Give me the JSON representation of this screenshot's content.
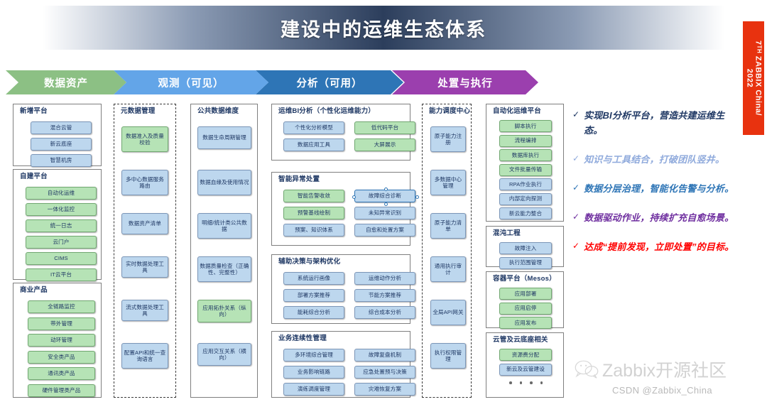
{
  "title": "建设中的运维生态体系",
  "ribbon": {
    "line1": "7",
    "sup": "TH",
    "line1b": " ZABBIX China/",
    "line2": "2022"
  },
  "stages": [
    {
      "label": "数据资产",
      "color": "#8cc084"
    },
    {
      "label": "观测（可见）",
      "color": "#63a5e8"
    },
    {
      "label": "分析（可用）",
      "color": "#2e75b6"
    },
    {
      "label": "处置与执行",
      "color": "#9b3fae"
    }
  ],
  "columns": {
    "col1": {
      "groups": [
        {
          "title": "新增平台",
          "items": [
            {
              "label": "混合云管",
              "color": "blue"
            },
            {
              "label": "新云底座",
              "color": "blue"
            },
            {
              "label": "智慧机房",
              "color": "blue"
            }
          ]
        },
        {
          "title": "自建平台",
          "items": [
            {
              "label": "自动化运维",
              "color": "green"
            },
            {
              "label": "一体化监控",
              "color": "green"
            },
            {
              "label": "统一日志",
              "color": "green"
            },
            {
              "label": "云门户",
              "color": "green"
            },
            {
              "label": "CIMS",
              "color": "green"
            },
            {
              "label": "IT云平台",
              "color": "green"
            }
          ]
        },
        {
          "title": "商业产品",
          "items": [
            {
              "label": "全链路监控",
              "color": "green"
            },
            {
              "label": "带外管理",
              "color": "green"
            },
            {
              "label": "动环管理",
              "color": "green"
            },
            {
              "label": "安全类产品",
              "color": "green"
            },
            {
              "label": "通讯类产品",
              "color": "green"
            },
            {
              "label": "硬件管理类产品",
              "color": "green"
            }
          ]
        }
      ]
    },
    "col2": {
      "title": "元数据管理",
      "items": [
        {
          "label": "数据准入及质量校验",
          "color": "green"
        },
        {
          "label": "多中心数据服务路由",
          "color": "blue"
        },
        {
          "label": "数据资产清单",
          "color": "blue"
        },
        {
          "label": "实时数据处理工具",
          "color": "blue"
        },
        {
          "label": "流式数据处理工具",
          "color": "blue"
        },
        {
          "label": "配置API和统一查询语言",
          "color": "blue"
        }
      ]
    },
    "col3": {
      "title": "公共数据维度",
      "items": [
        {
          "label": "数据生命周期管理",
          "color": "blue"
        },
        {
          "label": "数据血缘及使用情况",
          "color": "blue"
        },
        {
          "label": "明细/统计类公共数据",
          "color": "blue"
        },
        {
          "label": "数据质量检查（正确性、完整性）",
          "color": "blue"
        },
        {
          "label": "应用拓扑关系（纵向）",
          "color": "green"
        },
        {
          "label": "应用交互关系（横向）",
          "color": "blue"
        }
      ]
    },
    "col4": {
      "groups": [
        {
          "title": "运维BI分析（个性化运维能力）",
          "items": [
            {
              "label": "个性化分析模型",
              "color": "blue"
            },
            {
              "label": "低代码平台",
              "color": "green"
            },
            {
              "label": "数据应用工具",
              "color": "blue"
            },
            {
              "label": "大屏展示",
              "color": "green"
            }
          ]
        },
        {
          "title": "智能异常处置",
          "items": [
            {
              "label": "智能告警收敛",
              "color": "green"
            },
            {
              "label": "故障综合诊断",
              "color": "blue",
              "selected": true
            },
            {
              "label": "预警基线绘制",
              "color": "green"
            },
            {
              "label": "未知异常识别",
              "color": "blue"
            },
            {
              "label": "预案、知识体系",
              "color": "blue"
            },
            {
              "label": "自愈和处置方案",
              "color": "blue"
            }
          ]
        },
        {
          "title": "辅助决策与架构优化",
          "items": [
            {
              "label": "系统运行画像",
              "color": "blue"
            },
            {
              "label": "运维动作分析",
              "color": "blue"
            },
            {
              "label": "部署方案推荐",
              "color": "blue"
            },
            {
              "label": "节能方案推荐",
              "color": "blue"
            },
            {
              "label": "能耗综合分析",
              "color": "blue"
            },
            {
              "label": "综合成本分析",
              "color": "blue"
            }
          ]
        },
        {
          "title": "业务连续性管理",
          "items": [
            {
              "label": "多环境综合管理",
              "color": "blue"
            },
            {
              "label": "故障复盘机制",
              "color": "blue"
            },
            {
              "label": "业务影响链路",
              "color": "blue"
            },
            {
              "label": "应急处置预与决策",
              "color": "blue"
            },
            {
              "label": "演练调度管理",
              "color": "blue"
            },
            {
              "label": "灾难恢复方案",
              "color": "blue"
            }
          ]
        }
      ]
    },
    "col5": {
      "title": "能力调度中心",
      "items": [
        {
          "label": "原子能力注册",
          "color": "blue"
        },
        {
          "label": "多数据中心管理",
          "color": "blue"
        },
        {
          "label": "原子能力清单",
          "color": "blue"
        },
        {
          "label": "通用执行审计",
          "color": "blue"
        },
        {
          "label": "全局API网关",
          "color": "blue"
        },
        {
          "label": "执行权限管理",
          "color": "blue"
        }
      ]
    },
    "col6": {
      "groups": [
        {
          "title": "自动化运维平台",
          "items": [
            {
              "label": "脚本执行",
              "color": "green"
            },
            {
              "label": "流程编排",
              "color": "green"
            },
            {
              "label": "数据库执行",
              "color": "green"
            },
            {
              "label": "文件批量传输",
              "color": "green"
            },
            {
              "label": "RPA作业执行",
              "color": "blue"
            },
            {
              "label": "内部定向探测",
              "color": "blue"
            },
            {
              "label": "新云能力整合",
              "color": "blue"
            }
          ]
        },
        {
          "title": "混沌工程",
          "items": [
            {
              "label": "故障注入",
              "color": "blue"
            },
            {
              "label": "执行范围管理",
              "color": "blue"
            }
          ]
        },
        {
          "title": "容器平台（Mesos）",
          "items": [
            {
              "label": "应用部署",
              "color": "green"
            },
            {
              "label": "应用启停",
              "color": "green"
            },
            {
              "label": "应用发布",
              "color": "green"
            }
          ]
        },
        {
          "title": "云管及云底座相关",
          "items": [
            {
              "label": "资源费分配",
              "color": "green"
            },
            {
              "label": "新云及云管建设",
              "color": "blue"
            }
          ]
        }
      ]
    }
  },
  "bullets": [
    {
      "text": "实现BI分析平台，营造共建运维生态。",
      "color": "#1f3864"
    },
    {
      "text": "知识与工具结合，打破团队竖井。",
      "color": "#8faadc"
    },
    {
      "text": "数据分层治理，智能化告警与分析。",
      "color": "#2e75b6"
    },
    {
      "text": "数据驱动作业，持续扩充自愈场景。",
      "color": "#7030a0"
    },
    {
      "text": "达成“提前发现，立即处置”的目标。",
      "color": "#ff0000"
    }
  ],
  "tick_glyph": "✓",
  "watermark": {
    "text": "Zabbix开源社区",
    "credit": "CSDN @Zabbix_China"
  }
}
